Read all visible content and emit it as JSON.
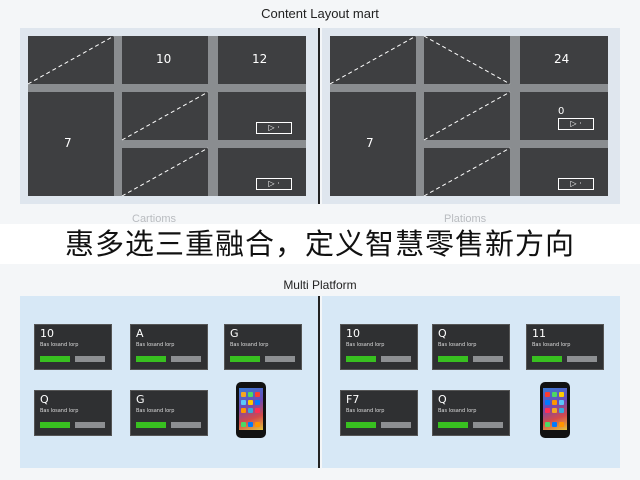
{
  "header": {
    "title": "Content Layout mart"
  },
  "top_panels": {
    "left": {
      "labels": [
        "10",
        "12",
        "7"
      ],
      "caption": "Cartioms"
    },
    "right": {
      "labels": [
        "24",
        "0",
        "7"
      ],
      "caption": "Platioms"
    }
  },
  "banner": {
    "text": "惠多选三重融合，定义智慧零售新方向"
  },
  "multi": {
    "title": "Multi Platform"
  },
  "cards": {
    "left": [
      {
        "letter": "10",
        "sub": "Bas losand lorp"
      },
      {
        "letter": "A",
        "sub": "Bas losand lorp"
      },
      {
        "letter": "G",
        "sub": "Bas losand lorp"
      },
      {
        "letter": "Q",
        "sub": "Bas losand lorp"
      },
      {
        "letter": "G",
        "sub": "Bas losand lorp"
      }
    ],
    "right": [
      {
        "letter": "10",
        "sub": "Bas losand lorp"
      },
      {
        "letter": "Q",
        "sub": "Bas losand lorp"
      },
      {
        "letter": "11",
        "sub": "Bas losand lorp"
      },
      {
        "letter": "F7",
        "sub": "Bas losand lorp"
      },
      {
        "letter": "Q",
        "sub": "Bas losand lorp"
      }
    ]
  },
  "colors": {
    "accent_green": "#38c020",
    "tile_dark": "#3e3f41",
    "panel_blue": "#d7e8f6"
  }
}
